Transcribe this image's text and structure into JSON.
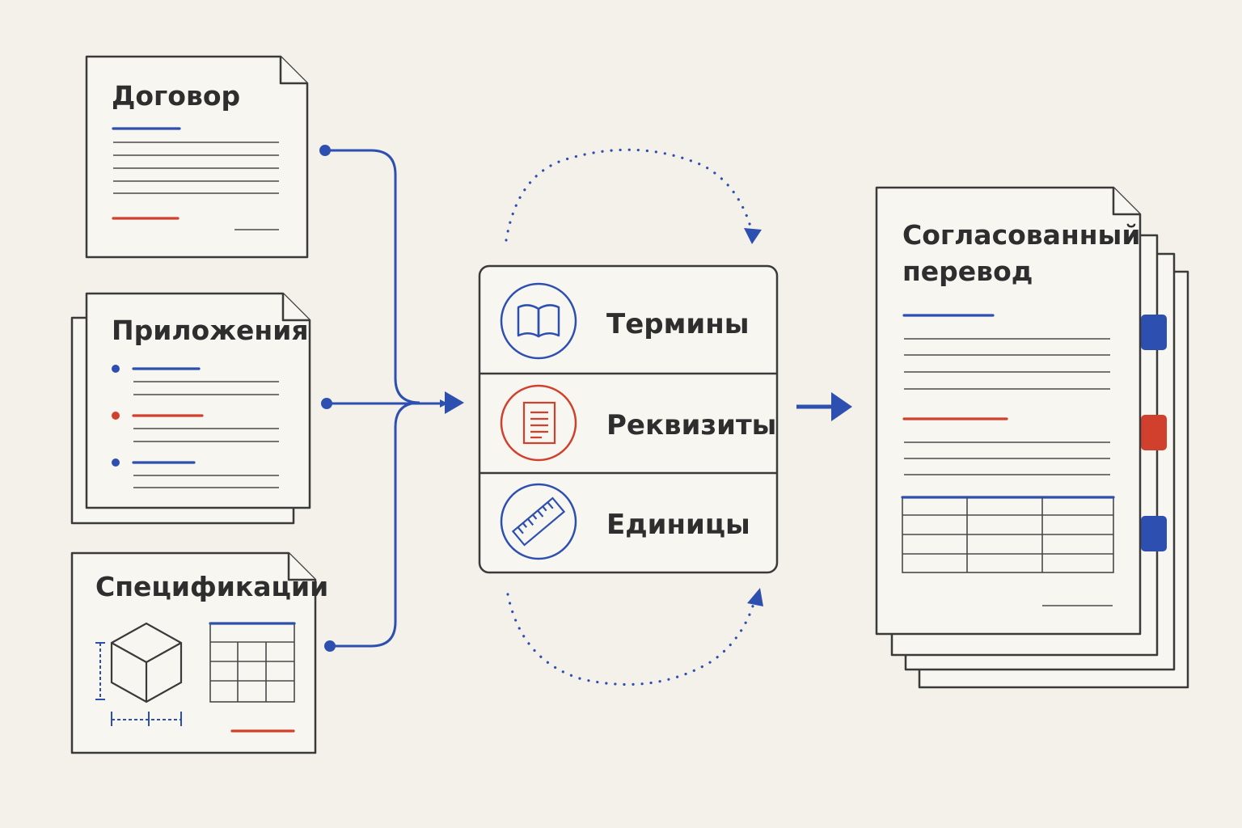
{
  "colors": {
    "background": "#f4f1ea",
    "ink": "#2e2e2e",
    "accent_blue": "#2d4fb0",
    "accent_red": "#d1402c"
  },
  "sources": [
    {
      "title": "Договор"
    },
    {
      "title": "Приложения"
    },
    {
      "title": "Спецификации"
    }
  ],
  "checks": [
    {
      "label": "Термины",
      "icon": "book-icon",
      "color": "#2d4fb0"
    },
    {
      "label": "Реквизиты",
      "icon": "document-icon",
      "color": "#d1402c"
    },
    {
      "label": "Единицы",
      "icon": "ruler-icon",
      "color": "#2d4fb0"
    }
  ],
  "result": {
    "title_line1": "Согласованный",
    "title_line2": "перевод",
    "tabs": [
      "#2d4fb0",
      "#d1402c",
      "#2d4fb0"
    ]
  }
}
